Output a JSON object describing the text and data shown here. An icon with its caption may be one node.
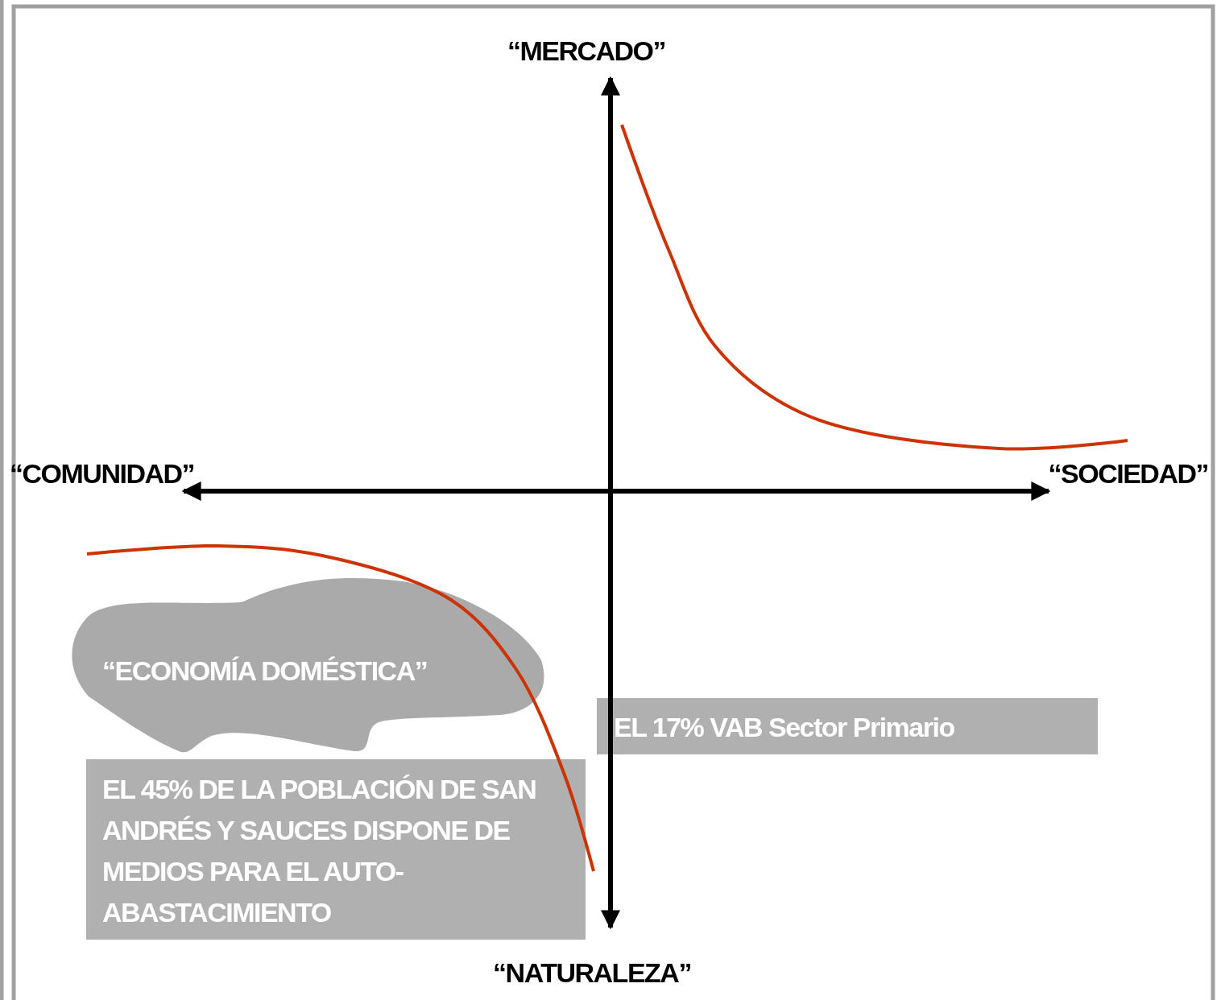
{
  "diagram": {
    "nodes": [
      {
        "text": [
          "“ECONOMÍA DOMÉSTICA”"
        ]
      },
      {
        "text": [
          "EL 45% DE LA POBLACIÓN DE SAN ANDRÉS Y SAUCES DISPONE DE MEDIOS PARA EL AUTO-ABASTACIMIENTO"
        ]
      },
      {
        "text": [
          "EL 17% VAB Sector Primario"
        ]
      }
    ],
    "labels": [
      "“MERCADO”",
      "“COMUNIDAD”",
      "“SOCIEDAD”",
      "“NATURALEZA”"
    ]
  }
}
